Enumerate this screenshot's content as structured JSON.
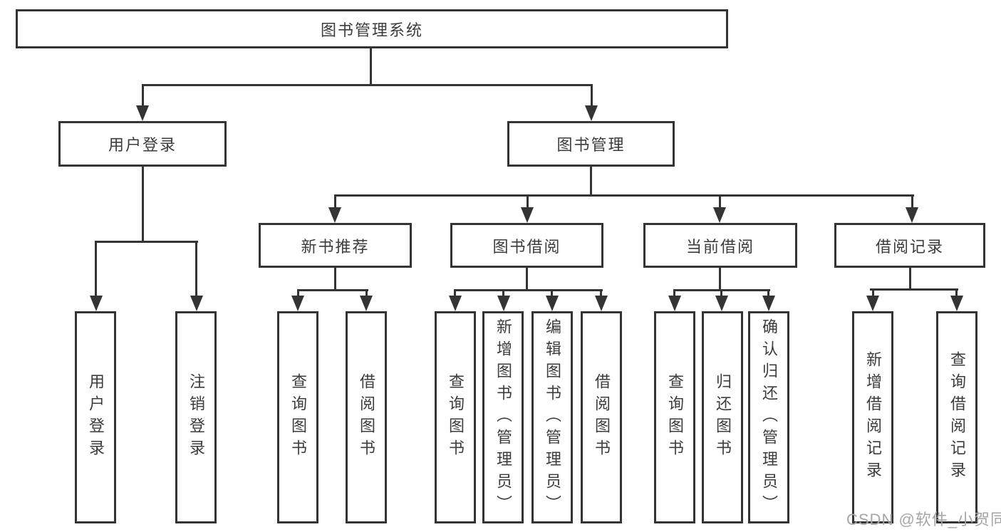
{
  "diagram_title": "图书管理系统",
  "tree": {
    "root": {
      "label": "图书管理系统"
    },
    "level2": [
      {
        "label": "用户登录",
        "children": [
          "用户登录",
          "注销登录"
        ]
      },
      {
        "label": "图书管理"
      }
    ],
    "level3": [
      {
        "label": "新书推荐",
        "children": [
          "查询图书",
          "借阅图书"
        ]
      },
      {
        "label": "图书借阅",
        "children": [
          "查询图书",
          "新增图书（管理员）",
          "编辑图书（管理员）",
          "借阅图书"
        ]
      },
      {
        "label": "当前借阅",
        "children": [
          "查询图书",
          "归还图书",
          "确认归还（管理员）"
        ]
      },
      {
        "label": "借阅记录",
        "children": [
          "新增借阅记录",
          "查询借阅记录"
        ]
      }
    ]
  },
  "watermark": "CSDN @软件_小贺同学",
  "colors": {
    "line": "#343434",
    "text": "#3c3c3c",
    "watermark": "#a6a6a6",
    "background": "#ffffff"
  }
}
